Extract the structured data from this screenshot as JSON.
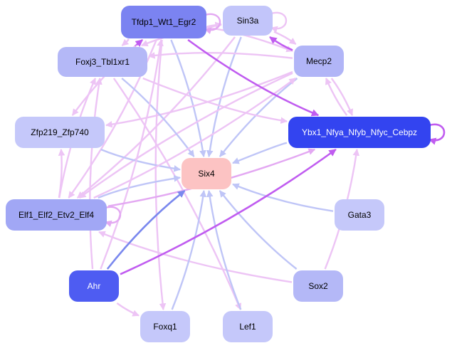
{
  "diagram": {
    "type": "gene-regulatory-network",
    "colors": {
      "edge_lavender": "#bfc5f7",
      "edge_pink": "#edc4f5",
      "edge_purple": "#c05cf0",
      "edge_blue": "#7a88ee",
      "edge_pink_mid": "#e3a8f2"
    },
    "nodes": [
      {
        "id": "tfdp1",
        "label": "Tfdp1_Wt1_Egr2",
        "fill": "#7b83f1",
        "text": "#000000"
      },
      {
        "id": "sin3a",
        "label": "Sin3a",
        "fill": "#c2c5fa",
        "text": "#000000"
      },
      {
        "id": "foxj3",
        "label": "Foxj3_Tbl1xr1",
        "fill": "#b4b8f7",
        "text": "#000000"
      },
      {
        "id": "mecp2",
        "label": "Mecp2",
        "fill": "#b1b5f7",
        "text": "#000000"
      },
      {
        "id": "zfp219",
        "label": "Zfp219_Zfp740",
        "fill": "#c5c8fa",
        "text": "#000000"
      },
      {
        "id": "ybx1",
        "label": "Ybx1_Nfya_Nfyb_Nfyc_Cebpz",
        "fill": "#3344f0",
        "text": "#ffffff"
      },
      {
        "id": "six4",
        "label": "Six4",
        "fill": "#fcc3c3",
        "text": "#000000"
      },
      {
        "id": "elf1",
        "label": "Elf1_Elf2_Etv2_Elf4",
        "fill": "#a1a7f5",
        "text": "#000000"
      },
      {
        "id": "gata3",
        "label": "Gata3",
        "fill": "#c5c8fa",
        "text": "#000000"
      },
      {
        "id": "ahr",
        "label": "Ahr",
        "fill": "#4e5cf2",
        "text": "#ffffff"
      },
      {
        "id": "sox2",
        "label": "Sox2",
        "fill": "#b4b8f7",
        "text": "#000000"
      },
      {
        "id": "foxq1",
        "label": "Foxq1",
        "fill": "#c5c8fa",
        "text": "#000000"
      },
      {
        "id": "lef1",
        "label": "Lef1",
        "fill": "#c5c8fa",
        "text": "#000000"
      }
    ],
    "edges": [
      {
        "from": "tfdp1",
        "to": "tfdp1",
        "kind": "pink_mid"
      },
      {
        "from": "tfdp1",
        "to": "sin3a",
        "kind": "pink"
      },
      {
        "from": "tfdp1",
        "to": "six4",
        "kind": "lavender"
      },
      {
        "from": "tfdp1",
        "to": "ybx1",
        "kind": "purple"
      },
      {
        "from": "tfdp1",
        "to": "foxj3",
        "kind": "pink"
      },
      {
        "from": "tfdp1",
        "to": "mecp2",
        "kind": "pink"
      },
      {
        "from": "tfdp1",
        "to": "zfp219",
        "kind": "pink"
      },
      {
        "from": "tfdp1",
        "to": "elf1",
        "kind": "pink"
      },
      {
        "from": "tfdp1",
        "to": "foxq1",
        "kind": "pink"
      },
      {
        "from": "sin3a",
        "to": "sin3a",
        "kind": "pink"
      },
      {
        "from": "sin3a",
        "to": "six4",
        "kind": "lavender"
      },
      {
        "from": "sin3a",
        "to": "mecp2",
        "kind": "pink"
      },
      {
        "from": "sin3a",
        "to": "foxj3",
        "kind": "pink"
      },
      {
        "from": "sin3a",
        "to": "elf1",
        "kind": "pink"
      },
      {
        "from": "mecp2",
        "to": "sin3a",
        "kind": "purple"
      },
      {
        "from": "mecp2",
        "to": "six4",
        "kind": "lavender"
      },
      {
        "from": "mecp2",
        "to": "ybx1",
        "kind": "pink"
      },
      {
        "from": "mecp2",
        "to": "foxj3",
        "kind": "pink"
      },
      {
        "from": "mecp2",
        "to": "zfp219",
        "kind": "pink"
      },
      {
        "from": "mecp2",
        "to": "elf1",
        "kind": "pink"
      },
      {
        "from": "foxj3",
        "to": "six4",
        "kind": "lavender"
      },
      {
        "from": "foxj3",
        "to": "ybx1",
        "kind": "pink"
      },
      {
        "from": "foxj3",
        "to": "tfdp1",
        "kind": "purple"
      },
      {
        "from": "foxj3",
        "to": "lef1",
        "kind": "pink"
      },
      {
        "from": "ybx1",
        "to": "ybx1",
        "kind": "purple"
      },
      {
        "from": "ybx1",
        "to": "six4",
        "kind": "lavender"
      },
      {
        "from": "ybx1",
        "to": "mecp2",
        "kind": "pink"
      },
      {
        "from": "zfp219",
        "to": "six4",
        "kind": "lavender"
      },
      {
        "from": "elf1",
        "to": "elf1",
        "kind": "pink_mid"
      },
      {
        "from": "elf1",
        "to": "six4",
        "kind": "lavender"
      },
      {
        "from": "elf1",
        "to": "zfp219",
        "kind": "pink"
      },
      {
        "from": "elf1",
        "to": "foxj3",
        "kind": "pink"
      },
      {
        "from": "elf1",
        "to": "ybx1",
        "kind": "pink_mid"
      },
      {
        "from": "elf1",
        "to": "mecp2",
        "kind": "pink"
      },
      {
        "from": "gata3",
        "to": "six4",
        "kind": "lavender"
      },
      {
        "from": "ahr",
        "to": "six4",
        "kind": "blue"
      },
      {
        "from": "ahr",
        "to": "ybx1",
        "kind": "purple"
      },
      {
        "from": "ahr",
        "to": "foxq1",
        "kind": "pink"
      },
      {
        "from": "ahr",
        "to": "foxj3",
        "kind": "pink"
      },
      {
        "from": "ahr",
        "to": "tfdp1",
        "kind": "pink"
      },
      {
        "from": "sox2",
        "to": "six4",
        "kind": "lavender"
      },
      {
        "from": "sox2",
        "to": "ybx1",
        "kind": "pink"
      },
      {
        "from": "sox2",
        "to": "elf1",
        "kind": "pink"
      },
      {
        "from": "foxq1",
        "to": "six4",
        "kind": "lavender"
      },
      {
        "from": "lef1",
        "to": "six4",
        "kind": "lavender"
      }
    ]
  }
}
